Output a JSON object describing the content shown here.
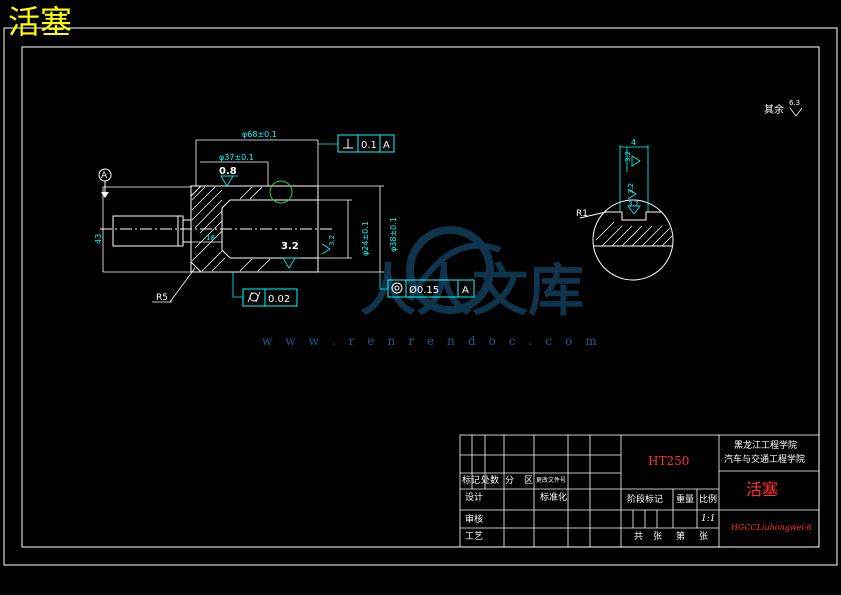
{
  "title_overlay": "活塞",
  "watermark": {
    "text": "人人文库",
    "url": "w w w . r e n r e n d o c . c o m"
  },
  "roughness_note": {
    "label": "其余",
    "value": "6.3"
  },
  "dimensions": {
    "d_total_len": "φ68±0.1",
    "d_bore_len": "φ37±0.1",
    "d_inner": "φ24±0.1",
    "d_outer": "φ38±0.1",
    "d_left": "43",
    "d_groove": "18",
    "radius_r5": "R5",
    "radius_r1": "R1",
    "slot_width": "4"
  },
  "roughness": {
    "r1": "0.8",
    "r2": "3.2",
    "r3": "3.2",
    "r4": "3.2",
    "r5": "3.2",
    "r6": "3.2"
  },
  "gdt": {
    "perpendicularity": {
      "tol": "0.1",
      "datum": "A"
    },
    "cylindricity": {
      "tol": "0.02"
    },
    "concentricity": {
      "tol": "Ø0.15",
      "datum": "A"
    },
    "datum_label": "A"
  },
  "title_block": {
    "material": "HT250",
    "school_line1": "黑龙江工程学院",
    "school_line2": "汽车与交通工程学院",
    "part_name": "活塞",
    "row_mark": "标记",
    "row_count": "处数",
    "row_zone": "分",
    "row_zone2": "区",
    "row_doc": "更改文件号",
    "design": "设计",
    "standard": "标准化",
    "review": "审核",
    "process": "工艺",
    "stage_mark": "阶段标记",
    "weight": "重量",
    "scale": "比例",
    "scale_value": "1:1",
    "total": "共",
    "sheets": "张",
    "sheet_no": "第",
    "drawing_no": "HGCCLiuhongwei-6"
  }
}
